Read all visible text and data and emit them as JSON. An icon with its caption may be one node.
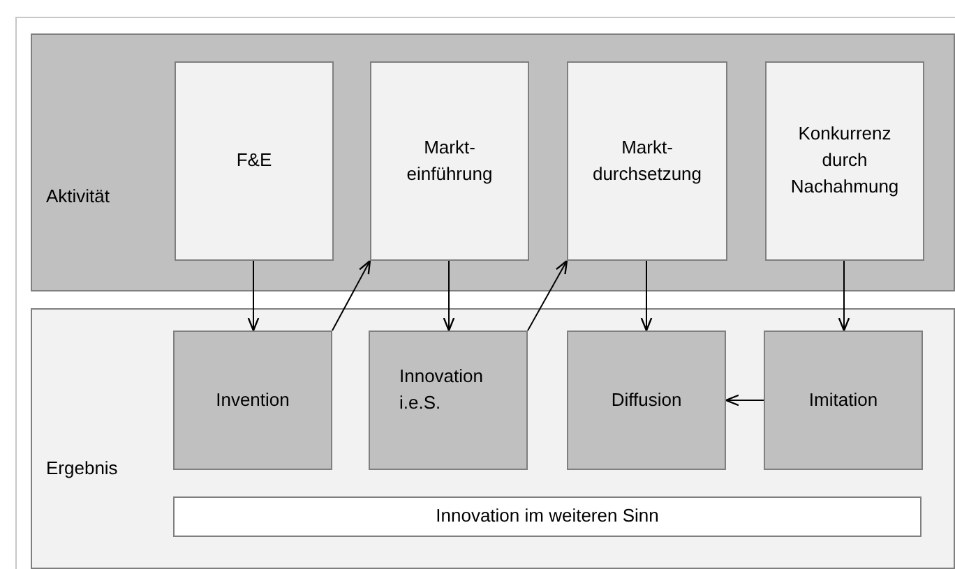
{
  "diagram": {
    "nodes": [
      {
        "text": [
          "Aktivität"
        ]
      },
      {
        "text": [
          "F&E"
        ],
        "in": 0
      },
      {
        "text": [
          "Markt- einführung"
        ],
        "in": 0
      },
      {
        "text": [
          "Markt- durchsetzung"
        ],
        "in": 0
      },
      {
        "text": [
          "Konkurrenz durch Nachahmung"
        ],
        "in": 0
      },
      {
        "text": [
          "Ergebnis"
        ]
      },
      {
        "text": [
          "Invention"
        ],
        "in": 5
      },
      {
        "text": [
          "Innovation i.e.S."
        ],
        "in": 5
      },
      {
        "text": [
          "Diffusion"
        ],
        "in": 5
      },
      {
        "text": [
          "Imitation"
        ],
        "in": 5
      },
      {
        "text": [
          "Innovation im weiteren Sinn"
        ],
        "in": 5
      }
    ],
    "edges": [
      {
        "from": 1,
        "to": 6,
        "arrow": "to"
      },
      {
        "from": 6,
        "to": 2,
        "arrow": "to"
      },
      {
        "from": 2,
        "to": 7,
        "arrow": "to"
      },
      {
        "from": 7,
        "to": 3,
        "arrow": "to"
      },
      {
        "from": 3,
        "to": 8,
        "arrow": "to"
      },
      {
        "from": 4,
        "to": 9,
        "arrow": "to"
      },
      {
        "from": 9,
        "to": 8,
        "arrow": "to"
      }
    ]
  }
}
